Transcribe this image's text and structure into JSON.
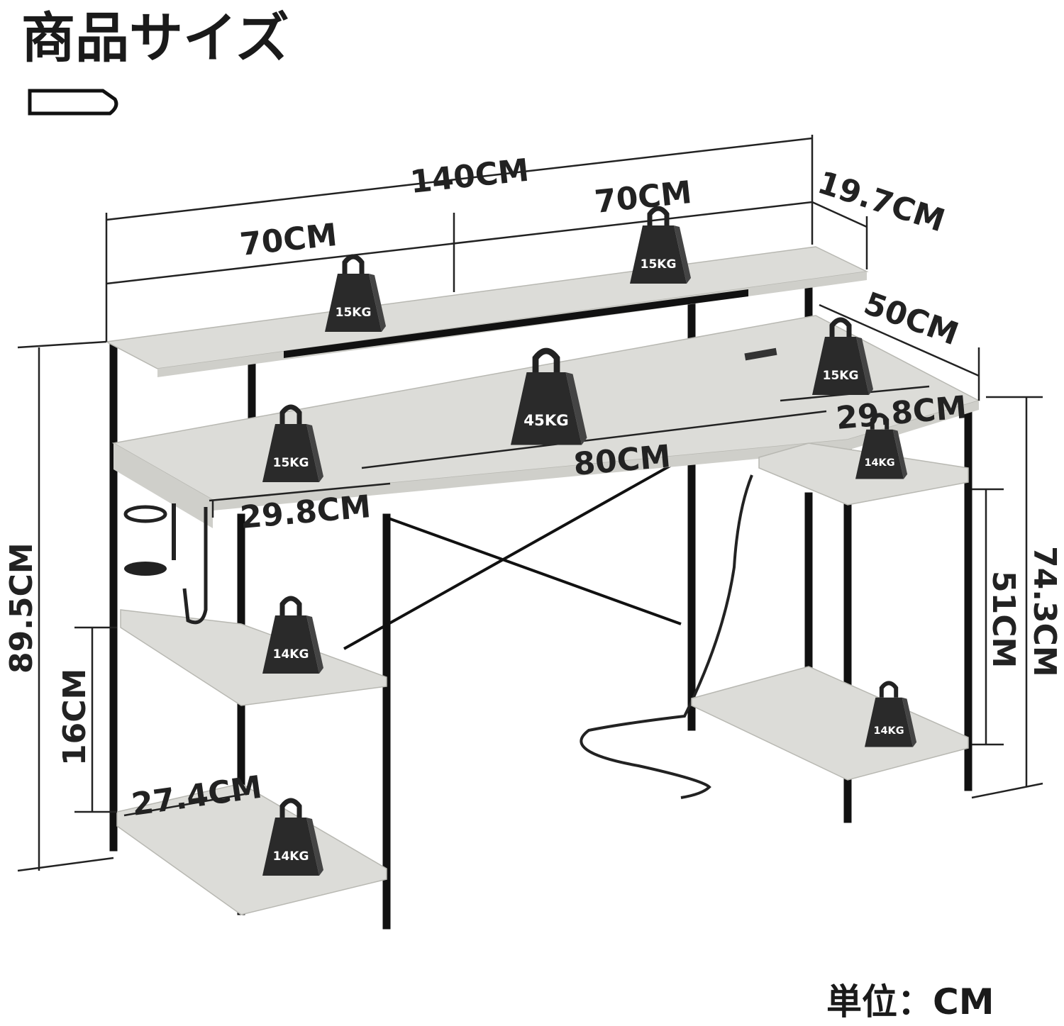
{
  "title": "商品サイズ",
  "unit_label": "単位：CM",
  "dimensions": {
    "total_width": "140CM",
    "left_half": "70CM",
    "right_half": "70CM",
    "shelf_extension": "19.7CM",
    "depth": "50CM",
    "side_shelf_depth_right": "29.8CM",
    "main_width": "80CM",
    "side_shelf_depth_left": "29.8CM",
    "total_height": "89.5CM",
    "shelf_gap": "16CM",
    "bottom_shelf_depth": "27.4CM",
    "right_shelf_height": "51CM",
    "desk_height": "74.3CM"
  },
  "weights": [
    "15KG",
    "15KG",
    "15KG",
    "45KG",
    "15KG",
    "14KG",
    "14KG",
    "14KG",
    "14KG"
  ],
  "colors": {
    "frame": "#111111",
    "wood": "#dcdcd8",
    "text": "#222222"
  }
}
